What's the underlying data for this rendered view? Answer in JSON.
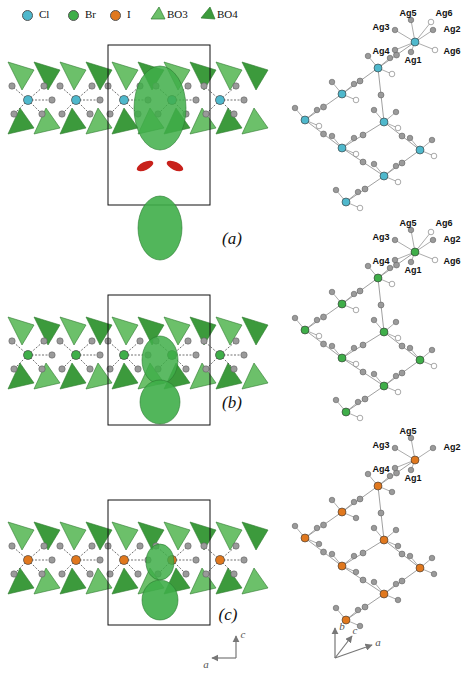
{
  "diagram": {
    "labels": [
      "(a)",
      "Ag5",
      "Ag6",
      "Ag3",
      "Ag2",
      "Ag4",
      "Ag1",
      "Ag6",
      "(b)",
      "Ag5",
      "Ag6",
      "Ag3",
      "Ag2",
      "Ag4",
      "Ag1",
      "Ag6",
      "(c)",
      "Ag5",
      "Ag3",
      "Ag2",
      "Ag4",
      "Ag1",
      "c",
      "a",
      "b",
      "c",
      "a"
    ],
    "legend": [
      {
        "text": "Cl",
        "color": "#4fb8cc"
      },
      {
        "text": "Br",
        "color": "#3fae49"
      },
      {
        "text": "I",
        "color": "#e0781e"
      },
      {
        "text": "BO3"
      },
      {
        "text": "BO4"
      }
    ]
  }
}
